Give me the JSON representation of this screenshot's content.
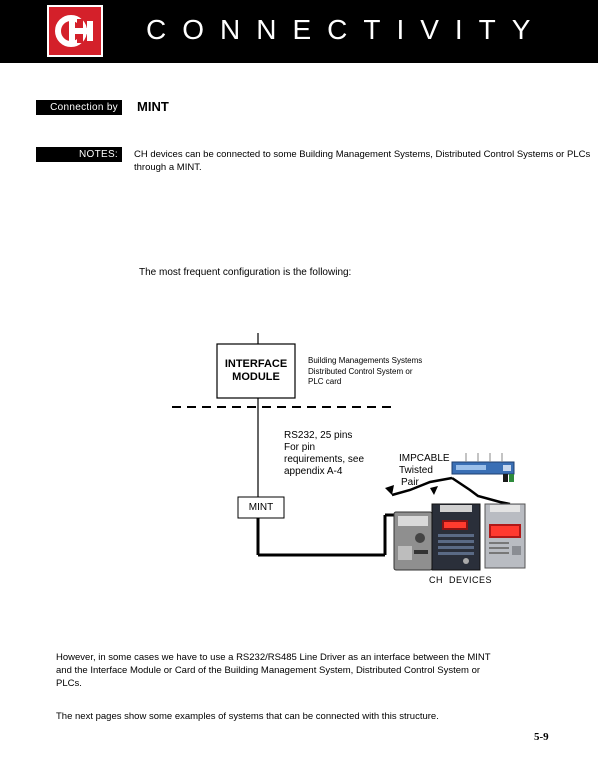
{
  "header": {
    "title": "CONNECTIVITY",
    "logo_colors": {
      "background": "#d4202a",
      "mark": "#ffffff"
    }
  },
  "connection_by": {
    "label": "Connection by",
    "value": "MINT"
  },
  "notes": {
    "label": "NOTES:",
    "text": "CH devices can be connected to some Building Management Systems, Distributed Control Systems or PLCs through a MINT."
  },
  "frequent_config": "The most frequent configuration is the following:",
  "diagram": {
    "interface_module": [
      "INTERFACE",
      "MODULE"
    ],
    "bms_lines": [
      "Building Managements Systems",
      "Distributed Control System or",
      "PLC card"
    ],
    "rs232_lines": [
      "RS232, 25 pins",
      "For pin",
      "requirements, see",
      "appendix A-4"
    ],
    "impcable_lines": [
      "IMPCABLE",
      "Twisted",
      "Pair"
    ],
    "mint_box": "MINT",
    "ch_devices": "CH  DEVICES"
  },
  "paragraph1": "However, in some cases we have to use a RS232/RS485 Line Driver as an interface between the MINT and the Interface Module or Card of the Building Management System, Distributed Control System or PLCs.",
  "paragraph2": "The next pages show some examples of systems that can be connected with this structure.",
  "page_number": "5-9"
}
